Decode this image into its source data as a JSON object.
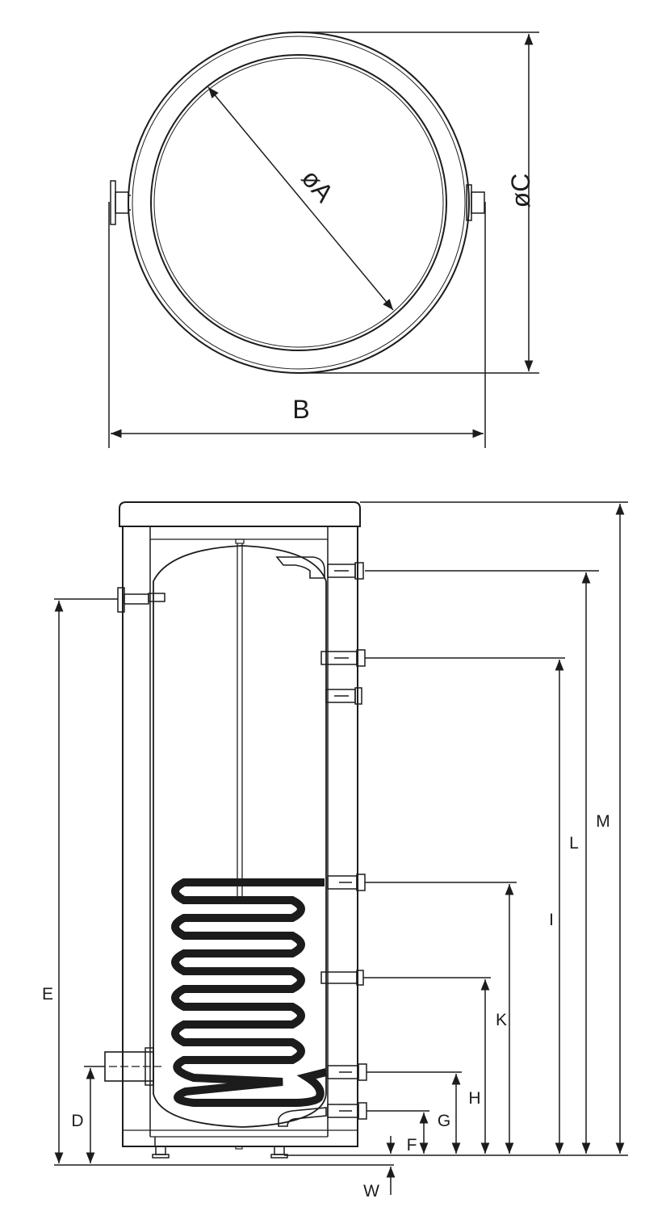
{
  "top_view": {
    "label_A": "øA",
    "label_B": "B",
    "label_C": "øC"
  },
  "side_view": {
    "label_D": "D",
    "label_E": "E",
    "label_F": "F",
    "label_G": "G",
    "label_H": "H",
    "label_I": "I",
    "label_K": "K",
    "label_L": "L",
    "label_M": "M",
    "label_W": "W"
  },
  "colors": {
    "line": "#1c1c1c",
    "background": "#ffffff"
  }
}
